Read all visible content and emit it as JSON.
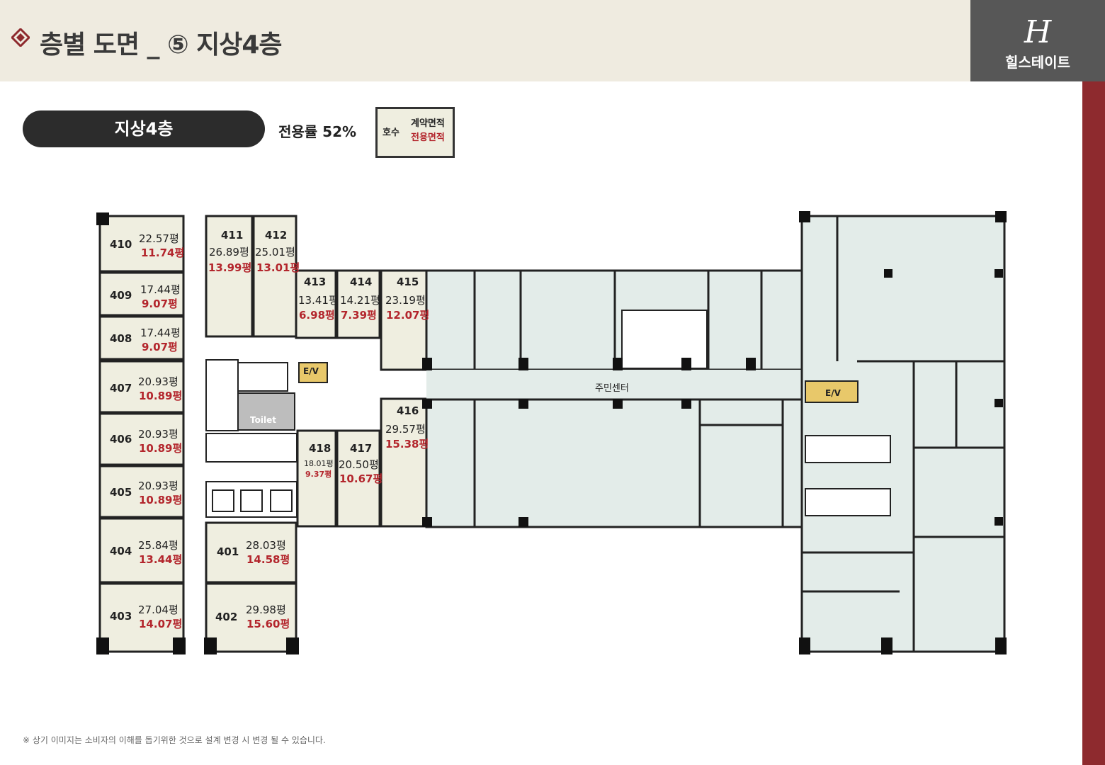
{
  "header": {
    "title": "층별 도면 _ ⑤ 지상4층"
  },
  "logo": {
    "mark": "H",
    "name": "힐스테이트"
  },
  "floor": {
    "badge": "지상4층",
    "ratio": "전용률 52%"
  },
  "legend": {
    "code": "호수",
    "contract": "계약면적",
    "exclusive": "전용면적"
  },
  "units": [
    {
      "no": "410",
      "contract": "22.57평",
      "exclusive": "11.74평"
    },
    {
      "no": "409",
      "contract": "17.44평",
      "exclusive": "9.07평"
    },
    {
      "no": "408",
      "contract": "17.44평",
      "exclusive": "9.07평"
    },
    {
      "no": "407",
      "contract": "20.93평",
      "exclusive": "10.89평"
    },
    {
      "no": "406",
      "contract": "20.93평",
      "exclusive": "10.89평"
    },
    {
      "no": "405",
      "contract": "20.93평",
      "exclusive": "10.89평"
    },
    {
      "no": "404",
      "contract": "25.84평",
      "exclusive": "13.44평"
    },
    {
      "no": "403",
      "contract": "27.04평",
      "exclusive": "14.07평"
    },
    {
      "no": "411",
      "contract": "26.89평",
      "exclusive": "13.99평"
    },
    {
      "no": "412",
      "contract": "25.01평",
      "exclusive": "13.01평"
    },
    {
      "no": "413",
      "contract": "13.41평",
      "exclusive": "6.98평"
    },
    {
      "no": "414",
      "contract": "14.21평",
      "exclusive": "7.39평"
    },
    {
      "no": "415",
      "contract": "23.19평",
      "exclusive": "12.07평"
    },
    {
      "no": "416",
      "contract": "29.57평",
      "exclusive": "15.38평"
    },
    {
      "no": "417",
      "contract": "20.50평",
      "exclusive": "10.67평"
    },
    {
      "no": "418",
      "contract": "18.01평",
      "exclusive": "9.37평"
    },
    {
      "no": "401",
      "contract": "28.03평",
      "exclusive": "14.58평"
    },
    {
      "no": "402",
      "contract": "29.98평",
      "exclusive": "15.60평"
    }
  ],
  "labels": {
    "ev_left": "E/V",
    "ev_right": "E/V",
    "toilet": "Toilet",
    "community": "주민센터"
  },
  "footnote": "※ 상기 이미지는 소비자의 이해를 돕기위한 것으로 설계 변경 시 변경 될 수 있습니다."
}
